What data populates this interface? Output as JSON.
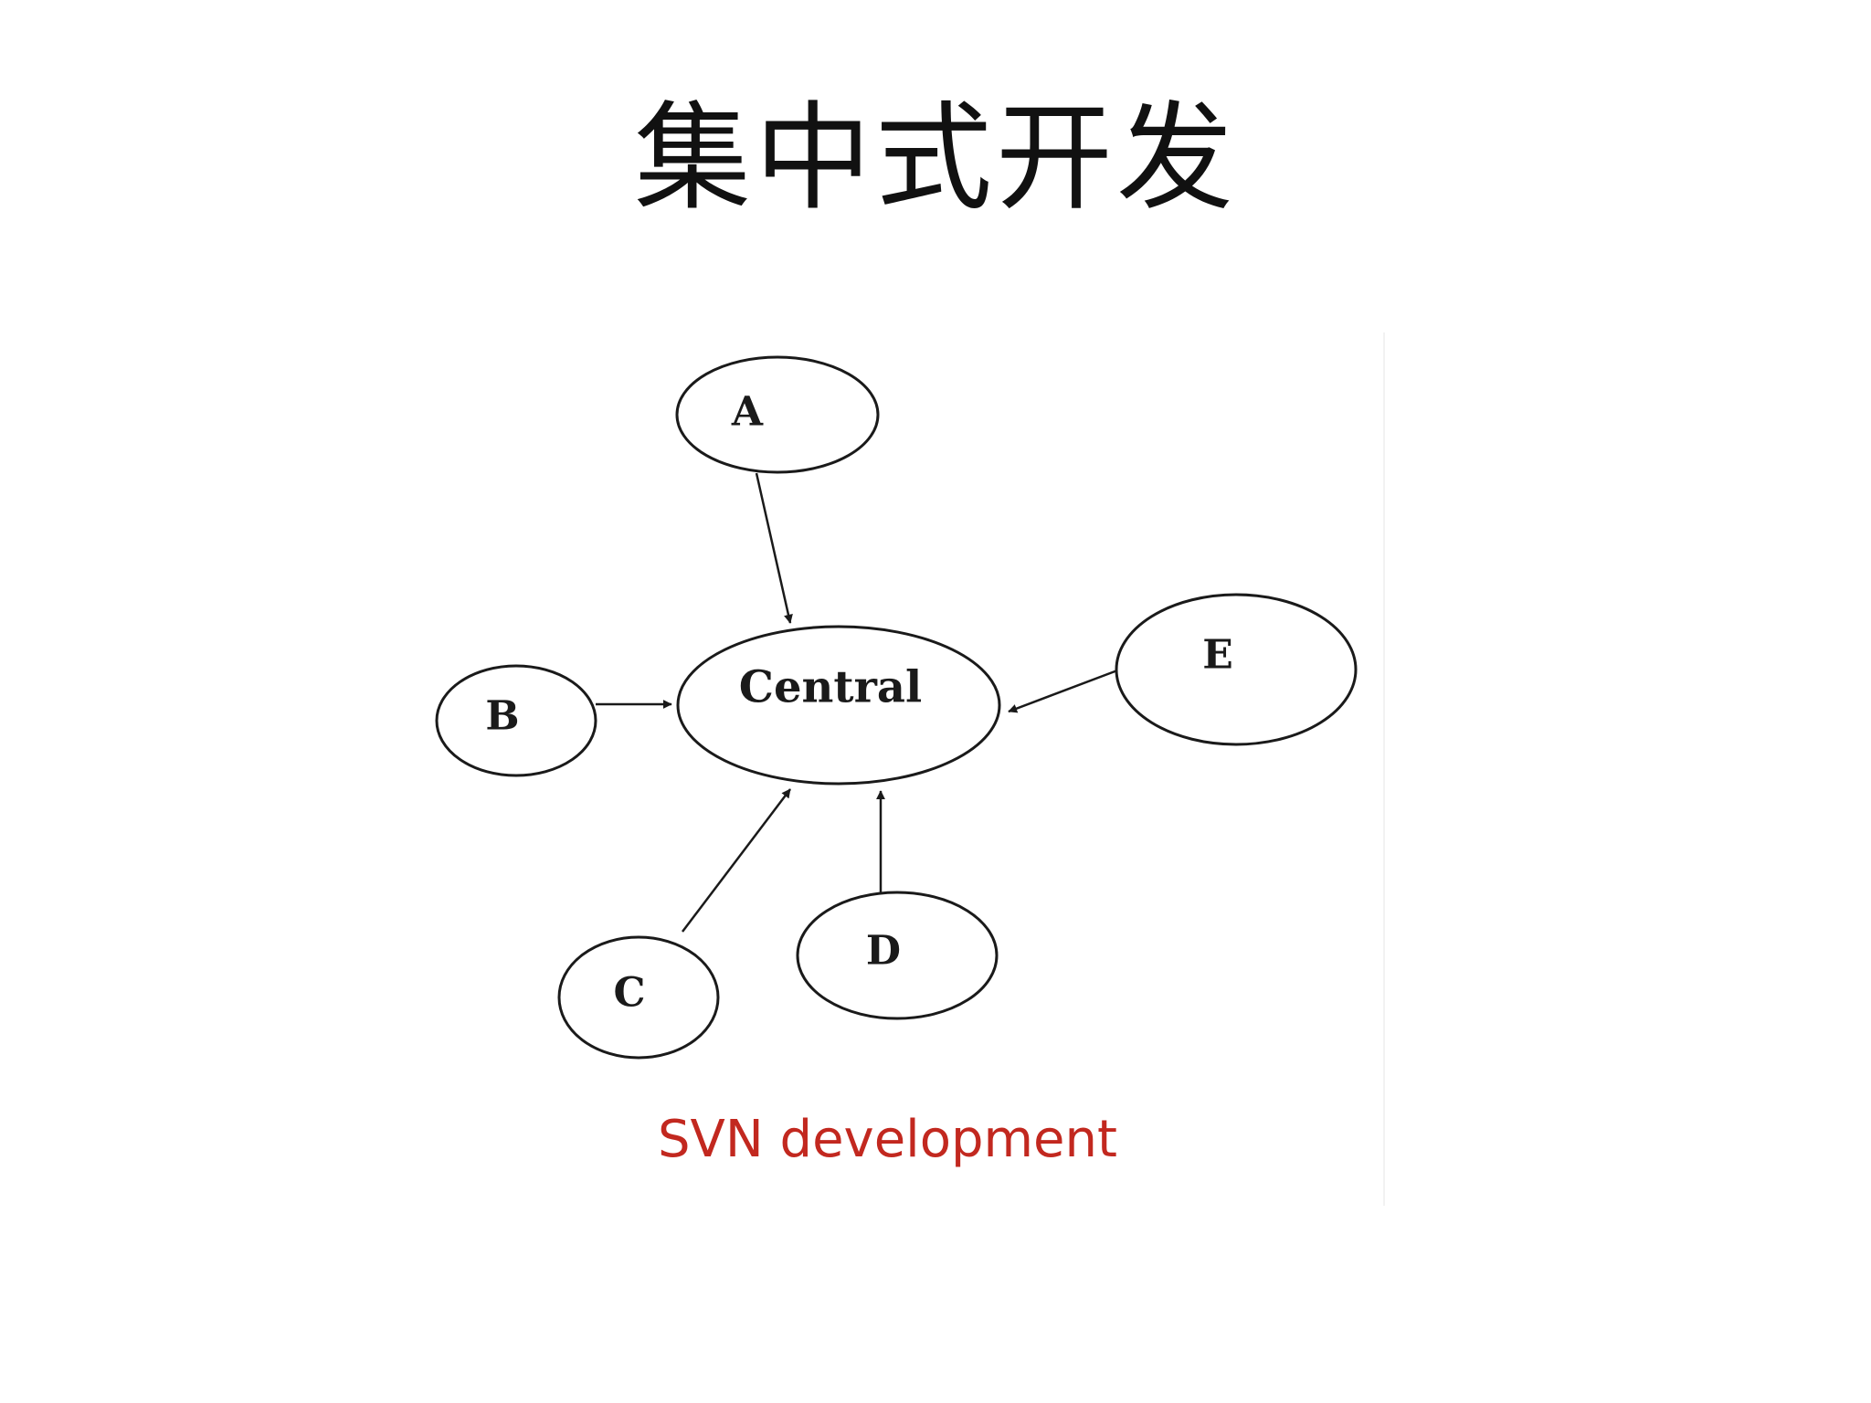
{
  "slide": {
    "title": "集中式开发"
  },
  "diagram": {
    "caption": "SVN development",
    "colors": {
      "caption": "#c2281f",
      "stroke": "#1a1a1a",
      "background": "#ffffff"
    },
    "nodes": [
      {
        "id": "A",
        "label": "A"
      },
      {
        "id": "B",
        "label": "B"
      },
      {
        "id": "C",
        "label": "C"
      },
      {
        "id": "D",
        "label": "D"
      },
      {
        "id": "E",
        "label": "E"
      },
      {
        "id": "central",
        "label": "Central"
      }
    ],
    "edges": [
      {
        "from": "A",
        "to": "central"
      },
      {
        "from": "B",
        "to": "central"
      },
      {
        "from": "C",
        "to": "central"
      },
      {
        "from": "D",
        "to": "central"
      },
      {
        "from": "E",
        "to": "central"
      }
    ]
  }
}
